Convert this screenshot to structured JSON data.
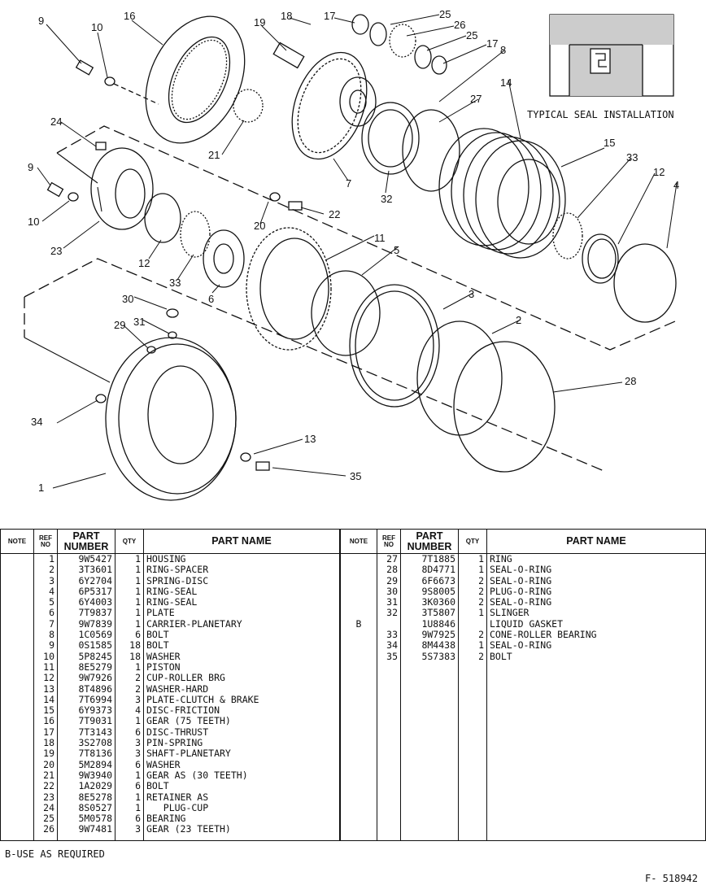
{
  "diagram": {
    "seal_caption": "TYPICAL SEAL INSTALLATION",
    "callouts": [
      "9",
      "10",
      "16",
      "19",
      "18",
      "17",
      "25",
      "26",
      "25",
      "17",
      "8",
      "24",
      "21",
      "7",
      "27",
      "14",
      "15",
      "9",
      "10",
      "23",
      "32",
      "20",
      "22",
      "33",
      "12",
      "4",
      "11",
      "5",
      "12",
      "33",
      "6",
      "30",
      "31",
      "29",
      "3",
      "2",
      "28",
      "34",
      "13",
      "1",
      "35"
    ]
  },
  "table": {
    "headers": {
      "note": "NOTE",
      "ref_no": "REF NO",
      "part_number": "PART NUMBER",
      "qty": "QTY",
      "part_name": "PART NAME"
    },
    "left_rows": [
      {
        "note": "",
        "ref": "1",
        "part": "9W5427",
        "qty": "1",
        "name": "HOUSING"
      },
      {
        "note": "",
        "ref": "2",
        "part": "3T3601",
        "qty": "1",
        "name": "RING-SPACER"
      },
      {
        "note": "",
        "ref": "3",
        "part": "6Y2704",
        "qty": "1",
        "name": "SPRING-DISC"
      },
      {
        "note": "",
        "ref": "4",
        "part": "6P5317",
        "qty": "1",
        "name": "RING-SEAL"
      },
      {
        "note": "",
        "ref": "5",
        "part": "6Y4003",
        "qty": "1",
        "name": "RING-SEAL"
      },
      {
        "note": "",
        "ref": "6",
        "part": "7T9837",
        "qty": "1",
        "name": "PLATE"
      },
      {
        "note": "",
        "ref": "7",
        "part": "9W7839",
        "qty": "1",
        "name": "CARRIER-PLANETARY"
      },
      {
        "note": "",
        "ref": "8",
        "part": "1C0569",
        "qty": "6",
        "name": "BOLT"
      },
      {
        "note": "",
        "ref": "9",
        "part": "0S1585",
        "qty": "18",
        "name": "BOLT"
      },
      {
        "note": "",
        "ref": "10",
        "part": "5P8245",
        "qty": "18",
        "name": "WASHER"
      },
      {
        "note": "",
        "ref": "11",
        "part": "8E5279",
        "qty": "1",
        "name": "PISTON"
      },
      {
        "note": "",
        "ref": "12",
        "part": "9W7926",
        "qty": "2",
        "name": "CUP-ROLLER BRG"
      },
      {
        "note": "",
        "ref": "13",
        "part": "8T4896",
        "qty": "2",
        "name": "WASHER-HARD"
      },
      {
        "note": "",
        "ref": "14",
        "part": "7T6994",
        "qty": "3",
        "name": "PLATE-CLUTCH & BRAKE"
      },
      {
        "note": "",
        "ref": "15",
        "part": "6Y9373",
        "qty": "4",
        "name": "DISC-FRICTION"
      },
      {
        "note": "",
        "ref": "16",
        "part": "7T9031",
        "qty": "1",
        "name": "GEAR (75 TEETH)"
      },
      {
        "note": "",
        "ref": "17",
        "part": "7T3143",
        "qty": "6",
        "name": "DISC-THRUST"
      },
      {
        "note": "",
        "ref": "18",
        "part": "3S2708",
        "qty": "3",
        "name": "PIN-SPRING"
      },
      {
        "note": "",
        "ref": "19",
        "part": "7T8136",
        "qty": "3",
        "name": "SHAFT-PLANETARY"
      },
      {
        "note": "",
        "ref": "20",
        "part": "5M2894",
        "qty": "6",
        "name": "WASHER"
      },
      {
        "note": "",
        "ref": "21",
        "part": "9W3940",
        "qty": "1",
        "name": "GEAR AS (30 TEETH)"
      },
      {
        "note": "",
        "ref": "22",
        "part": "1A2029",
        "qty": "6",
        "name": "BOLT"
      },
      {
        "note": "",
        "ref": "23",
        "part": "8E5278",
        "qty": "1",
        "name": "RETAINER AS"
      },
      {
        "note": "",
        "ref": "24",
        "part": "8S0527",
        "qty": "1",
        "name": "   PLUG-CUP"
      },
      {
        "note": "",
        "ref": "25",
        "part": "5M0578",
        "qty": "6",
        "name": "BEARING"
      },
      {
        "note": "",
        "ref": "26",
        "part": "9W7481",
        "qty": "3",
        "name": "GEAR (23 TEETH)"
      }
    ],
    "right_rows": [
      {
        "note": "",
        "ref": "27",
        "part": "7T1885",
        "qty": "1",
        "name": "RING"
      },
      {
        "note": "",
        "ref": "28",
        "part": "8D4771",
        "qty": "1",
        "name": "SEAL-O-RING"
      },
      {
        "note": "",
        "ref": "29",
        "part": "6F6673",
        "qty": "2",
        "name": "SEAL-O-RING"
      },
      {
        "note": "",
        "ref": "30",
        "part": "9S8005",
        "qty": "2",
        "name": "PLUG-O-RING"
      },
      {
        "note": "",
        "ref": "31",
        "part": "3K0360",
        "qty": "2",
        "name": "SEAL-O-RING"
      },
      {
        "note": "",
        "ref": "32",
        "part": "3T5807",
        "qty": "1",
        "name": "SLINGER"
      },
      {
        "note": "B",
        "ref": "",
        "part": "1U8846",
        "qty": "",
        "name": "LIQUID GASKET"
      },
      {
        "note": "",
        "ref": "33",
        "part": "9W7925",
        "qty": "2",
        "name": "CONE-ROLLER BEARING"
      },
      {
        "note": "",
        "ref": "34",
        "part": "8M4438",
        "qty": "1",
        "name": "SEAL-O-RING"
      },
      {
        "note": "",
        "ref": "35",
        "part": "5S7383",
        "qty": "2",
        "name": "BOLT"
      }
    ]
  },
  "footnote": "B-USE AS REQUIRED",
  "figure_id": "F- 518942"
}
